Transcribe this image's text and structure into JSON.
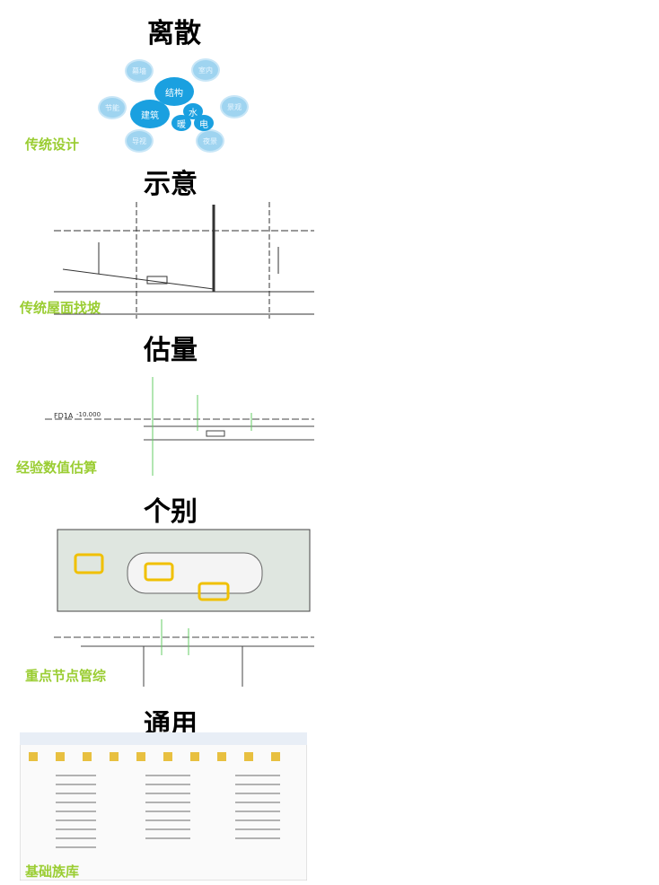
{
  "sections": [
    {
      "title": "离散",
      "caption": "传统设计"
    },
    {
      "title": "示意",
      "caption": "传统屋面找坡"
    },
    {
      "title": "估量",
      "caption": "经验数值估算"
    },
    {
      "title": "个别",
      "caption": "重点节点管综"
    },
    {
      "title": "通用",
      "caption": "基础族库"
    }
  ],
  "bubbles": {
    "core": [
      "结构",
      "建筑",
      "水",
      "暖",
      "电"
    ],
    "outer": [
      "幕墙",
      "室内",
      "节能",
      "景观",
      "导视",
      "夜景"
    ]
  },
  "drawing_labels": {
    "elev": "FD1A",
    "elev_value": "-10.000"
  },
  "colors": {
    "bubble": "#1aa0e0",
    "caption": "#9acd32",
    "highlight": "#f0c000"
  }
}
